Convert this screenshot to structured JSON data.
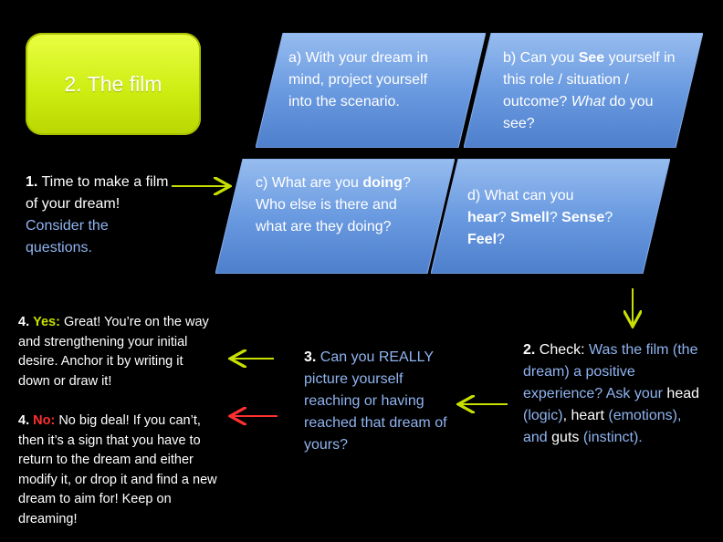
{
  "title": "2. The film",
  "card_a": {
    "text": "a) With your dream in mind, project yourself into the scenario."
  },
  "card_b": {
    "prefix": "b) Can you ",
    "see": "See",
    "line2": "yourself in this role / situation / outcome?",
    "what": "What",
    "line3": " do you see?"
  },
  "card_c": {
    "line1": "c) What are you",
    "doing": "doing",
    "rest": "? Who else is there and what are they doing?"
  },
  "card_d": {
    "line1": "d) What can you",
    "hear": "hear",
    "q1": "? ",
    "smell": "Smell",
    "q2": "?  ",
    "sense": "Sense",
    "q3": "?",
    "feel": "Feel",
    "q4": "?"
  },
  "step1": {
    "num": "1.",
    "text": " Time to make a film of your dream!",
    "blue": " Consider the questions."
  },
  "step2": {
    "num": "2.",
    "label": " Check:",
    "blue1": "  Was the film (the dream) a positive experience? Ask your",
    "head": " head",
    "logic": " (logic)",
    "heart": ", heart",
    "emotions": " (emotions), and",
    "guts": " guts",
    "instinct": " (instinct)."
  },
  "step3": {
    "num": "3.",
    "text": " Can you REALLY picture yourself reaching or having reached that dream of yours?"
  },
  "step4_yes": {
    "num": "4.",
    "label": "Yes:",
    "text": "  Great! You’re on the way and strengthening your initial desire. Anchor it by writing it down or draw it!"
  },
  "step4_no": {
    "num": "4.",
    "label": "No:",
    "text": " No big deal! If you can’t, then it’s a sign that you have to return to the dream and either modify it, or drop it and find a new dream to aim for!  Keep on dreaming!"
  },
  "colors": {
    "accent_yellow": "#c8e000",
    "accent_red": "#ff3030",
    "card_blue": "#6a9adf",
    "text_blue": "#8fb4f0"
  }
}
